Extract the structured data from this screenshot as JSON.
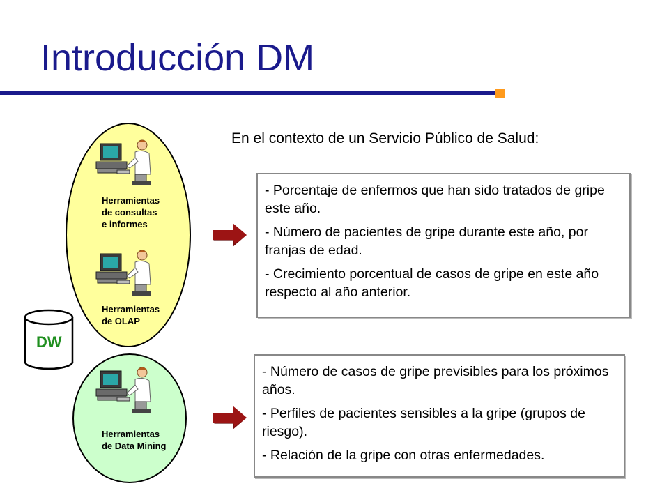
{
  "slide": {
    "title": "Introducción DM"
  },
  "diagram": {
    "tools": [
      {
        "label_lines": [
          "Herramientas",
          "de consultas",
          "e informes"
        ]
      },
      {
        "label_lines": [
          "Herramientas",
          "de OLAP"
        ]
      },
      {
        "label_lines": [
          "Herramientas",
          "de Data Mining"
        ]
      }
    ],
    "datastore_label": "DW",
    "context_heading": "En el contexto de un Servicio Público de Salud:",
    "query_results": [
      "- Porcentaje de enfermos que han sido tratados de gripe este año.",
      "- Número de pacientes de gripe durante este año, por franjas de edad.",
      "- Crecimiento porcentual de casos de gripe en este año respecto al año anterior."
    ],
    "mining_results": [
      "- Número de casos de gripe previsibles para los próximos años.",
      "- Perfiles de pacientes sensibles a la gripe (grupos de riesgo).",
      "- Relación de la gripe con otras enfermedades."
    ]
  },
  "colors": {
    "title": "#1a1a8c",
    "accent_square": "#ff9a1c",
    "query_ellipse": "#ffff9c",
    "mining_ellipse": "#ccffcc",
    "arrow": "#9c1414",
    "dw_text": "#1f8f1f"
  }
}
